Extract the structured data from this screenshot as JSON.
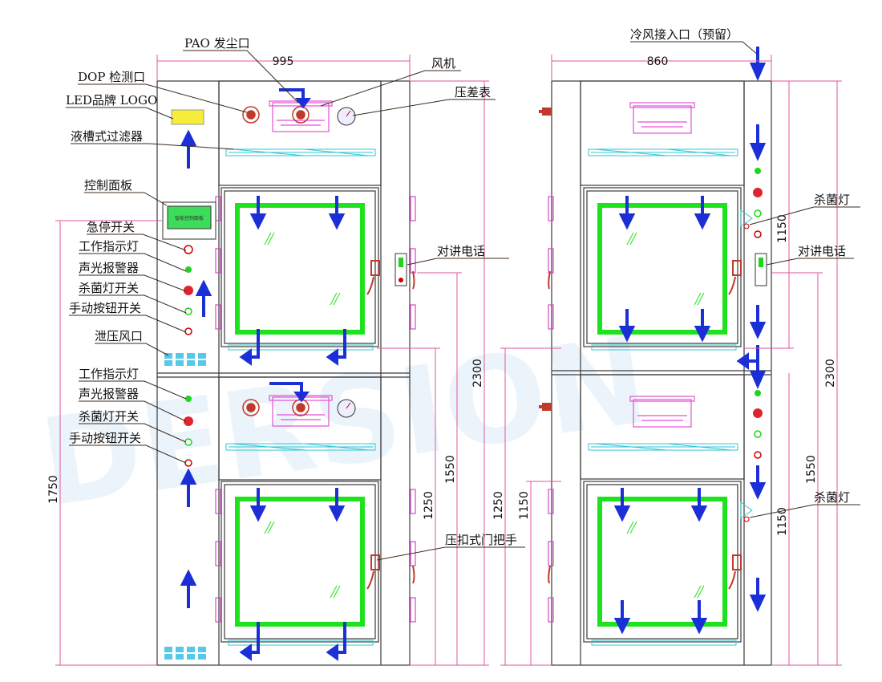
{
  "watermark": "DERSION",
  "dimensions": {
    "front_width": "995",
    "side_width": "860",
    "front_height_total": "2300",
    "front_1550": "1550",
    "front_1250": "1250",
    "front_1750": "1750",
    "side_1250": "1250",
    "side_1150_lower": "1150",
    "side_1150_upper": "1150",
    "side_1150_mid": "1150",
    "side_2300": "2300",
    "side_1550": "1550"
  },
  "labels": {
    "pao_port": "PAO 发尘口",
    "dop_port": "DOP 检测口",
    "led_logo": "LED品牌 LOGO",
    "fan": "风机",
    "pressure_gauge": "压差表",
    "liquid_filter": "液槽式过滤器",
    "control_panel": "控制面板",
    "emergency_stop": "急停开关",
    "work_light_1": "工作指示灯",
    "alarm_1": "声光报警器",
    "uv_switch_1": "杀菌灯开关",
    "manual_button_1": "手动按钮开关",
    "vent": "泄压风口",
    "work_light_2": "工作指示灯",
    "alarm_2": "声光报警器",
    "uv_switch_2": "杀菌灯开关",
    "manual_button_2": "手动按钮开关",
    "intercom_front": "对讲电话",
    "door_handle": "压扣式门把手",
    "cold_air_inlet": "冷风接入口（预留）",
    "uv_lamp_upper": "杀菌灯",
    "intercom_side": "对讲电话",
    "uv_lamp_lower": "杀菌灯"
  },
  "control_panel_screen": "智能控制面板",
  "colors": {
    "frame": "#3a3a3a",
    "dimension": "#e0569c",
    "door_seal": "#1fe21f",
    "fan": "#e44fd6",
    "airflow": "#1b2fd6",
    "leader": "#3d2a1a",
    "filter": "#2fc7d6"
  }
}
